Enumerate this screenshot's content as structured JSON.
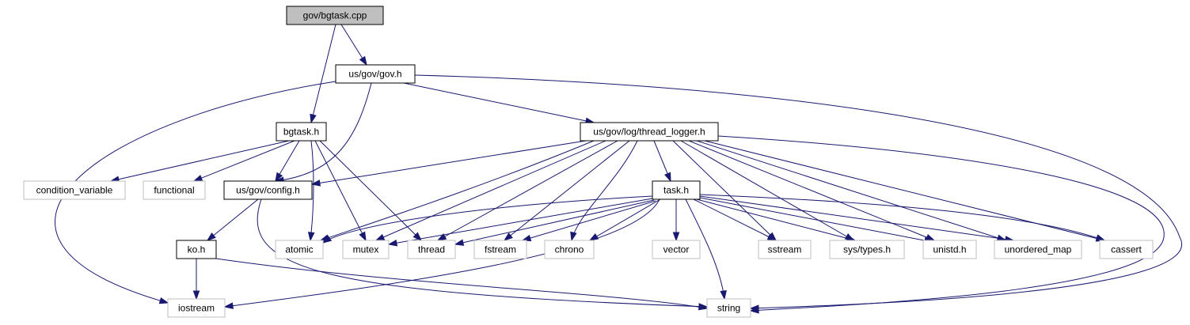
{
  "diagram": {
    "colors": {
      "edge": "#191970",
      "root_fill": "#bfbfbf",
      "internal_stroke": "#000000",
      "external_stroke": "#bfbfbf"
    },
    "nodes": [
      {
        "id": "root",
        "label": "gov/bgtask.cpp",
        "kind": "root"
      },
      {
        "id": "gov_h",
        "label": "us/gov/gov.h",
        "kind": "internal"
      },
      {
        "id": "bgtask_h",
        "label": "bgtask.h",
        "kind": "internal"
      },
      {
        "id": "thread_logger_h",
        "label": "us/gov/log/thread_logger.h",
        "kind": "internal"
      },
      {
        "id": "cond_var",
        "label": "condition_variable",
        "kind": "external"
      },
      {
        "id": "functional",
        "label": "functional",
        "kind": "external"
      },
      {
        "id": "config_h",
        "label": "us/gov/config.h",
        "kind": "internal"
      },
      {
        "id": "task_h",
        "label": "task.h",
        "kind": "internal"
      },
      {
        "id": "ko_h",
        "label": "ko.h",
        "kind": "internal"
      },
      {
        "id": "atomic",
        "label": "atomic",
        "kind": "external"
      },
      {
        "id": "mutex",
        "label": "mutex",
        "kind": "external"
      },
      {
        "id": "thread",
        "label": "thread",
        "kind": "external"
      },
      {
        "id": "fstream",
        "label": "fstream",
        "kind": "external"
      },
      {
        "id": "chrono",
        "label": "chrono",
        "kind": "external"
      },
      {
        "id": "vector",
        "label": "vector",
        "kind": "external"
      },
      {
        "id": "sstream",
        "label": "sstream",
        "kind": "external"
      },
      {
        "id": "sys_types_h",
        "label": "sys/types.h",
        "kind": "external"
      },
      {
        "id": "unistd_h",
        "label": "unistd.h",
        "kind": "external"
      },
      {
        "id": "unordered_map",
        "label": "unordered_map",
        "kind": "external"
      },
      {
        "id": "cassert",
        "label": "cassert",
        "kind": "external"
      },
      {
        "id": "iostream",
        "label": "iostream",
        "kind": "external"
      },
      {
        "id": "string",
        "label": "string",
        "kind": "external"
      }
    ],
    "edges": [
      {
        "from": "root",
        "to": "gov_h"
      },
      {
        "from": "root",
        "to": "bgtask_h"
      },
      {
        "from": "gov_h",
        "to": "iostream"
      },
      {
        "from": "gov_h",
        "to": "config_h"
      },
      {
        "from": "gov_h",
        "to": "thread_logger_h"
      },
      {
        "from": "gov_h",
        "to": "string"
      },
      {
        "from": "bgtask_h",
        "to": "cond_var"
      },
      {
        "from": "bgtask_h",
        "to": "functional"
      },
      {
        "from": "bgtask_h",
        "to": "config_h"
      },
      {
        "from": "bgtask_h",
        "to": "atomic"
      },
      {
        "from": "bgtask_h",
        "to": "mutex"
      },
      {
        "from": "bgtask_h",
        "to": "thread"
      },
      {
        "from": "thread_logger_h",
        "to": "config_h"
      },
      {
        "from": "thread_logger_h",
        "to": "task_h"
      },
      {
        "from": "thread_logger_h",
        "to": "atomic"
      },
      {
        "from": "thread_logger_h",
        "to": "mutex"
      },
      {
        "from": "thread_logger_h",
        "to": "thread"
      },
      {
        "from": "thread_logger_h",
        "to": "fstream"
      },
      {
        "from": "thread_logger_h",
        "to": "chrono"
      },
      {
        "from": "thread_logger_h",
        "to": "sstream"
      },
      {
        "from": "thread_logger_h",
        "to": "sys_types_h"
      },
      {
        "from": "thread_logger_h",
        "to": "unistd_h"
      },
      {
        "from": "thread_logger_h",
        "to": "unordered_map"
      },
      {
        "from": "thread_logger_h",
        "to": "cassert"
      },
      {
        "from": "thread_logger_h",
        "to": "string"
      },
      {
        "from": "config_h",
        "to": "ko_h"
      },
      {
        "from": "config_h",
        "to": "string"
      },
      {
        "from": "ko_h",
        "to": "iostream"
      },
      {
        "from": "ko_h",
        "to": "string"
      },
      {
        "from": "task_h",
        "to": "atomic"
      },
      {
        "from": "task_h",
        "to": "mutex"
      },
      {
        "from": "task_h",
        "to": "thread"
      },
      {
        "from": "task_h",
        "to": "fstream"
      },
      {
        "from": "task_h",
        "to": "chrono"
      },
      {
        "from": "task_h",
        "to": "vector"
      },
      {
        "from": "task_h",
        "to": "sstream"
      },
      {
        "from": "task_h",
        "to": "sys_types_h"
      },
      {
        "from": "task_h",
        "to": "unistd_h"
      },
      {
        "from": "task_h",
        "to": "unordered_map"
      },
      {
        "from": "task_h",
        "to": "cassert"
      },
      {
        "from": "task_h",
        "to": "iostream"
      },
      {
        "from": "task_h",
        "to": "string"
      }
    ]
  }
}
